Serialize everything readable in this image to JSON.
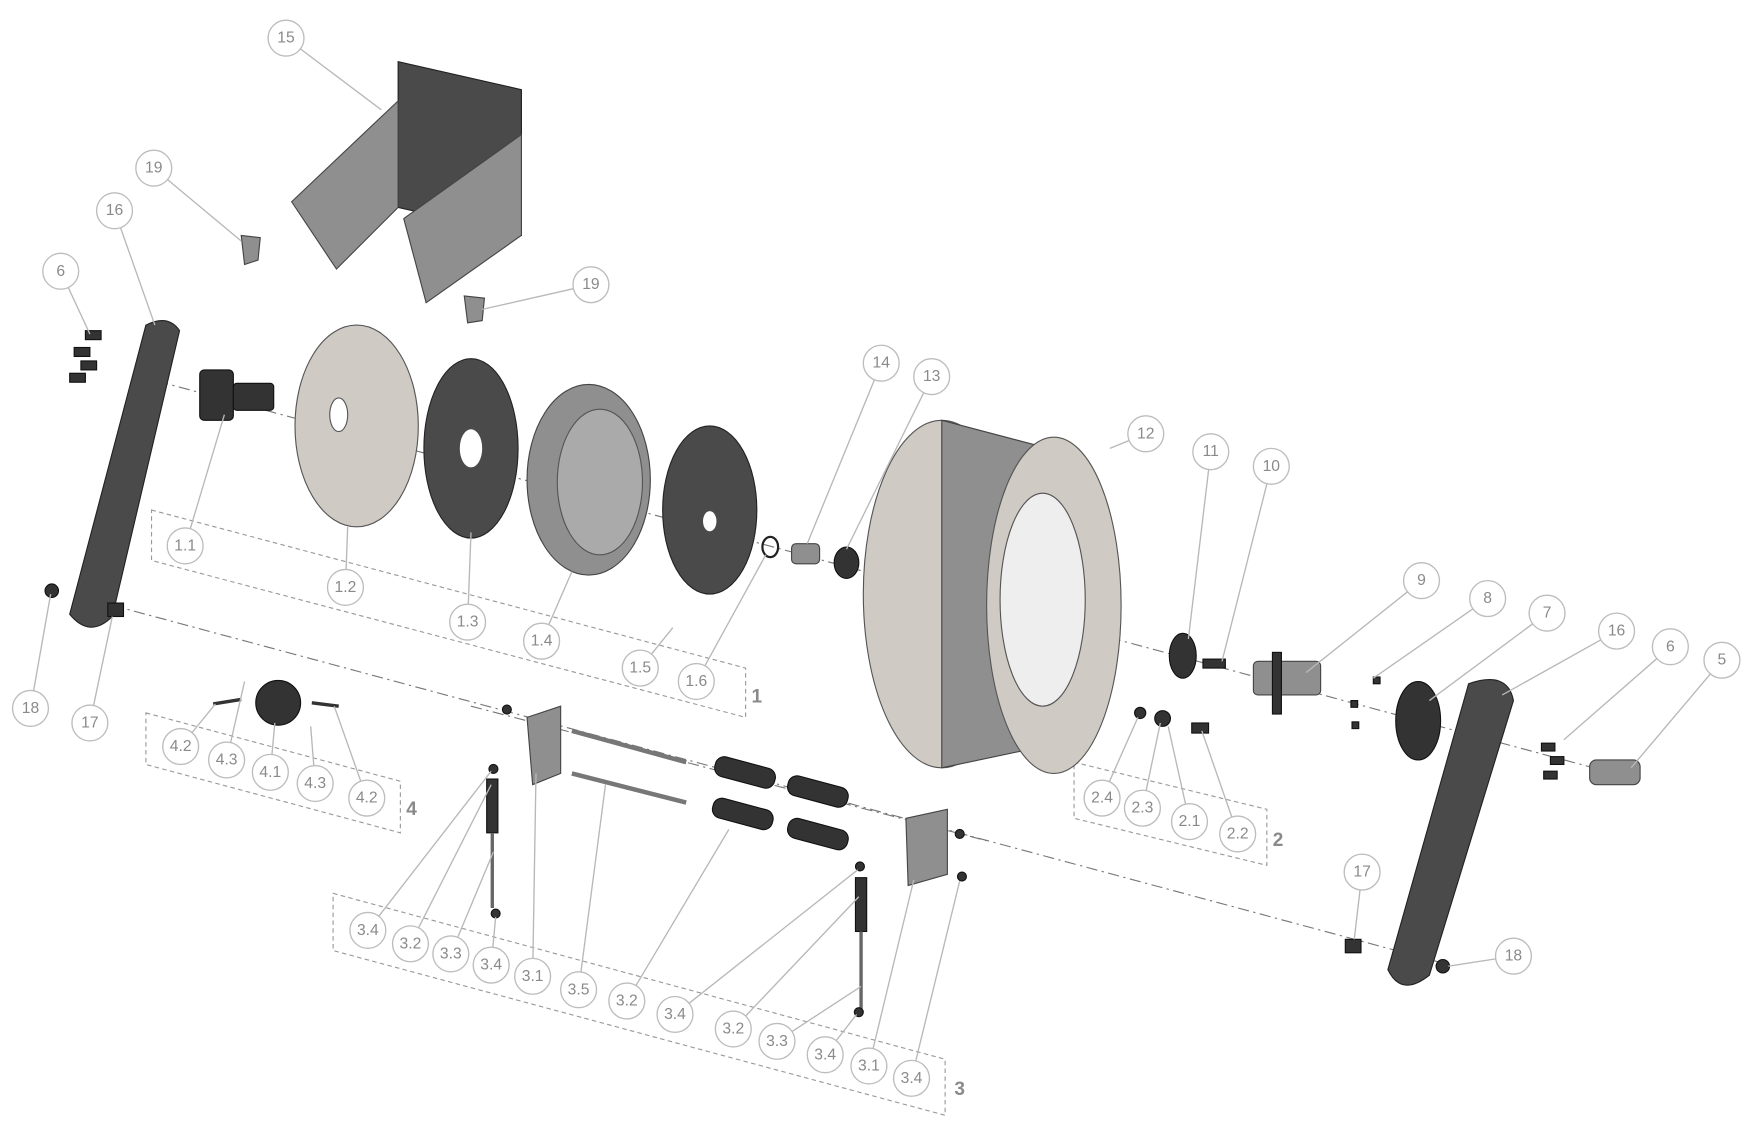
{
  "diagram": {
    "title": "Hose reel exploded parts view",
    "labels": [
      "15",
      "19",
      "16",
      "6",
      "19",
      "1.1",
      "1.2",
      "1.3",
      "1.4",
      "1.5",
      "1.6",
      "14",
      "13",
      "12",
      "11",
      "10",
      "9",
      "8",
      "7",
      "16",
      "6",
      "5",
      "18",
      "17",
      "4.2",
      "4.3",
      "4.1",
      "4.3",
      "4.2",
      "2.4",
      "2.3",
      "2.1",
      "2.2",
      "17",
      "18",
      "3.4",
      "3.2",
      "3.3",
      "3.4",
      "3.1",
      "3.5",
      "3.2",
      "3.4",
      "3.2",
      "3.3",
      "3.4",
      "3.1",
      "3.4"
    ],
    "groups": [
      "1",
      "2",
      "3",
      "4"
    ]
  }
}
